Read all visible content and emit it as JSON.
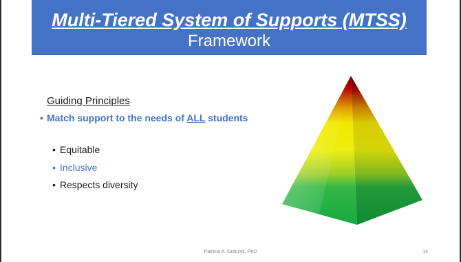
{
  "slide": {
    "title_line1": "Multi-Tiered System of Supports (MTSS)",
    "title_line2": "Framework",
    "heading": "Guiding Principles",
    "main_bullet": {
      "text_before": "Match support to the needs of ",
      "emphasis": "ALL",
      "text_after": " students"
    },
    "sub_bullets": [
      "Equitable",
      "Inclusive",
      "Respects diversity"
    ],
    "footer": "Patricia A. Graczyk, PhD",
    "page_number": "14"
  },
  "colors": {
    "title_band": "#4472c4",
    "accent_text": "#4472c4",
    "pyramid_top": "#b00000",
    "pyramid_middle": "#f2ea00",
    "pyramid_base": "#1fb84a"
  },
  "icons": {
    "bullet": "•",
    "pyramid": "pyramid-graphic"
  }
}
